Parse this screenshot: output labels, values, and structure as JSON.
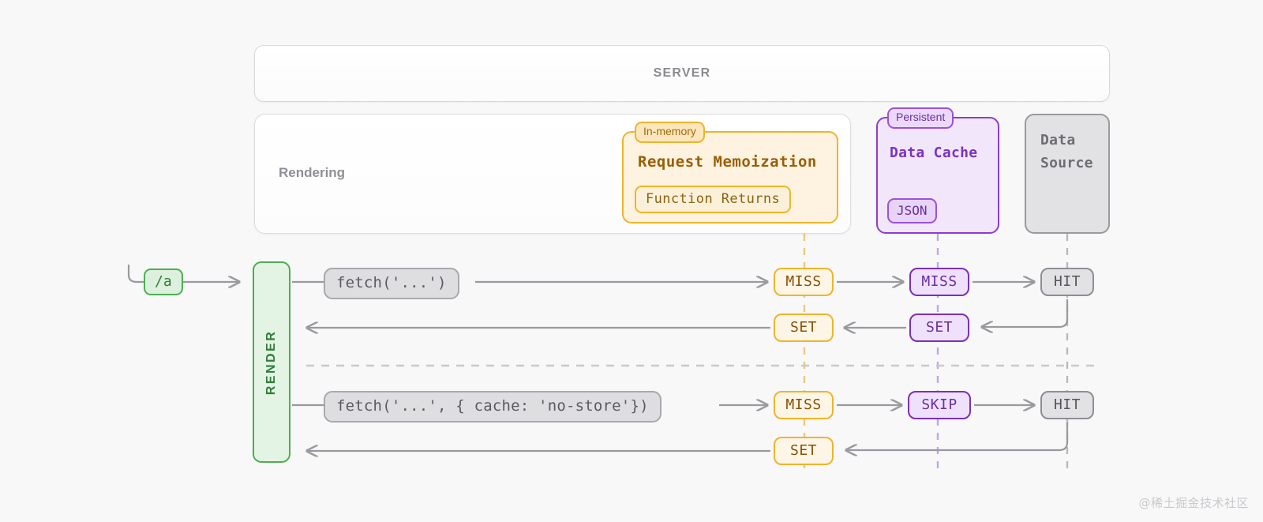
{
  "diagram": {
    "title": "SERVER",
    "watermark": "@稀土掘金技术社区",
    "colors": {
      "memoization": "#f0b429",
      "data_cache": "#8b3dd1",
      "data_source": "#9a9a9e",
      "render": "#4caf50",
      "wire": "#9a9a9e"
    }
  },
  "server_band": {
    "label": "SERVER"
  },
  "rendering_panel": {
    "label": "Rendering"
  },
  "memoization_card": {
    "tag": "In-memory",
    "title": "Request Memoization",
    "sub": "Function Returns"
  },
  "cache_card": {
    "tag": "Persistent",
    "title": "Data Cache",
    "sub": "JSON"
  },
  "source_card": {
    "line1": "Data",
    "line2": "Source"
  },
  "render_column": {
    "label": "RENDER"
  },
  "route": {
    "label": "/a"
  },
  "rows": [
    {
      "name": "default-cache-row",
      "fetch": "fetch('...')",
      "memoization_request": "MISS",
      "data_cache_request": "MISS",
      "data_source_result": "HIT",
      "data_cache_return": "SET",
      "memoization_return": "SET"
    },
    {
      "name": "no-store-row",
      "fetch": "fetch('...', { cache: 'no-store'})",
      "memoization_request": "MISS",
      "data_cache_request": "SKIP",
      "data_source_result": "HIT",
      "data_cache_return": "",
      "memoization_return": "SET"
    }
  ]
}
